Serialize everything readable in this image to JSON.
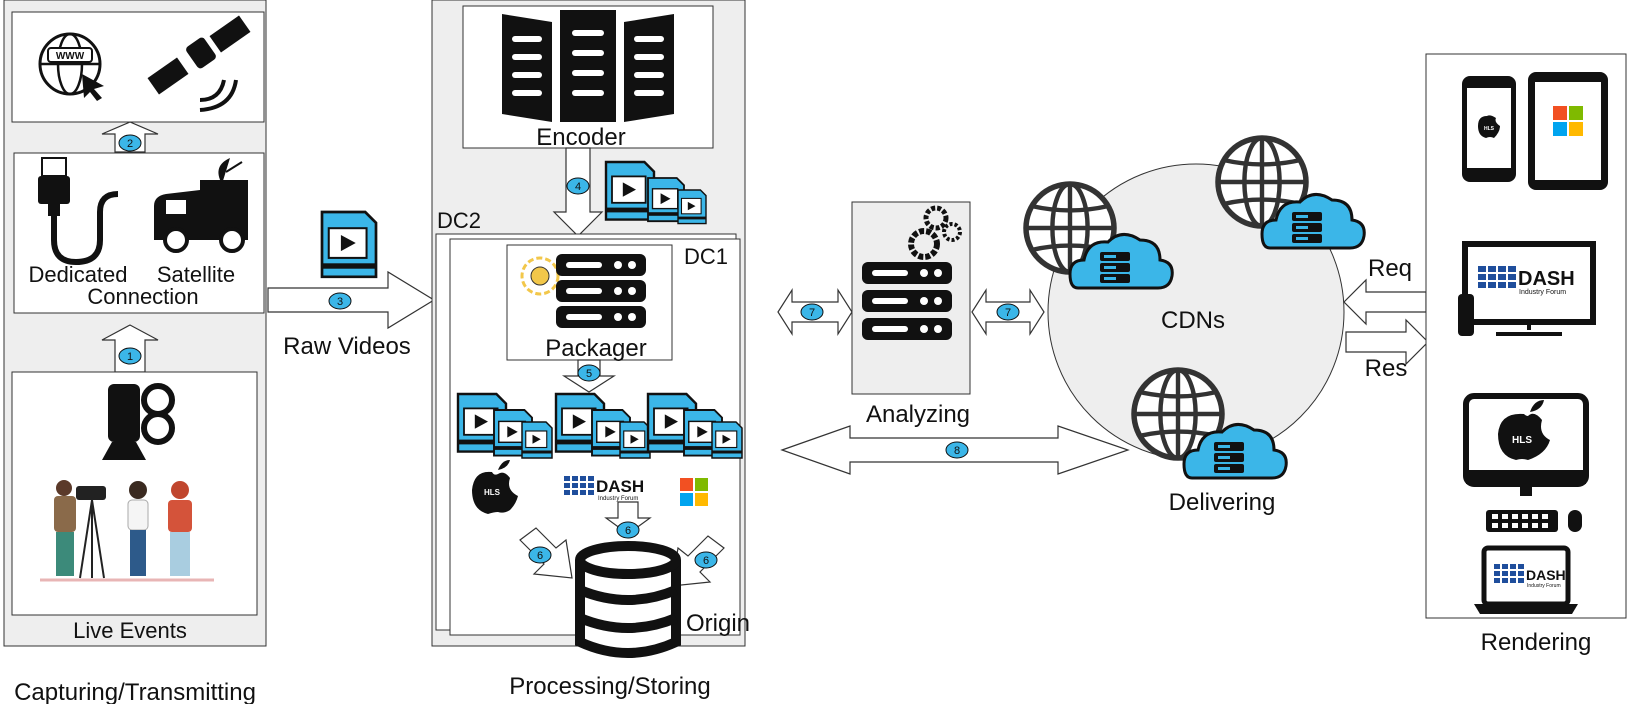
{
  "sections": {
    "capturing": "Capturing/Transmitting",
    "processing": "Processing/Storing",
    "rendering": "Rendering"
  },
  "labels": {
    "live_events": "Live Events",
    "dedicated": "Dedicated",
    "satellite": "Satellite",
    "connection": "Connection",
    "raw_videos": "Raw Videos",
    "encoder": "Encoder",
    "dc2": "DC2",
    "dc1": "DC1",
    "packager": "Packager",
    "origin": "Origin",
    "analyzing": "Analyzing",
    "cdns": "CDNs",
    "delivering": "Delivering",
    "req": "Req",
    "res": "Res"
  },
  "steps": {
    "s1": "1",
    "s2": "2",
    "s3": "3",
    "s4": "4",
    "s5": "5",
    "s6a": "6",
    "s6b": "6",
    "s6c": "6",
    "s7a": "7",
    "s7b": "7",
    "s8": "8"
  },
  "logos": {
    "hls": "HLS",
    "www": "WWW",
    "dash": "DASH",
    "dash_sub": "Industry Forum"
  },
  "colors": {
    "panel": "#eeeeee",
    "accent": "#3bb6e8",
    "cdn_circle": "#eeeeee",
    "dash_blue": "#1f4e9c"
  }
}
